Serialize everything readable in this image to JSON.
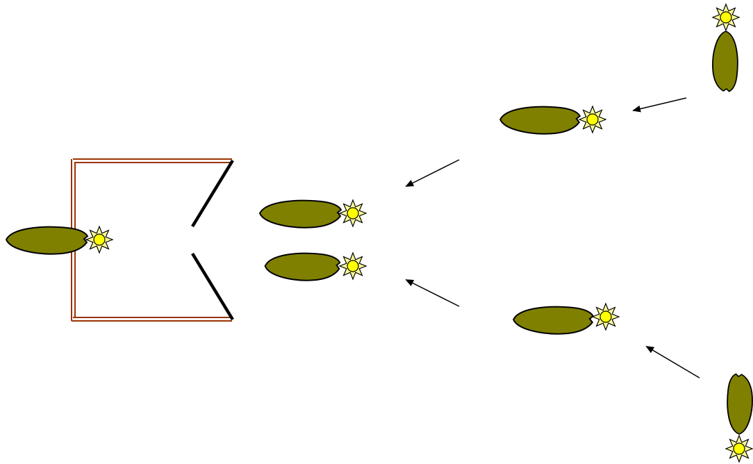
{
  "diagram": {
    "colors": {
      "background": "#ffffff",
      "leaf_fill": "#808000",
      "outline": "#000000",
      "sun_fill": "#ffff00",
      "wall": "#993300",
      "gate": "#000000",
      "arrow": "#000000"
    },
    "icons": {
      "organism": "leaf-icon",
      "light_source": "sun-icon",
      "arrow": "arrow-icon"
    },
    "elements": [
      "enclosure",
      "gate-flaps",
      "organism-inside-enclosure",
      "organism-at-entrance-upper",
      "organism-at-entrance-lower",
      "organism-approach-upper",
      "organism-approach-lower",
      "organism-far-upper",
      "organism-far-lower"
    ]
  }
}
